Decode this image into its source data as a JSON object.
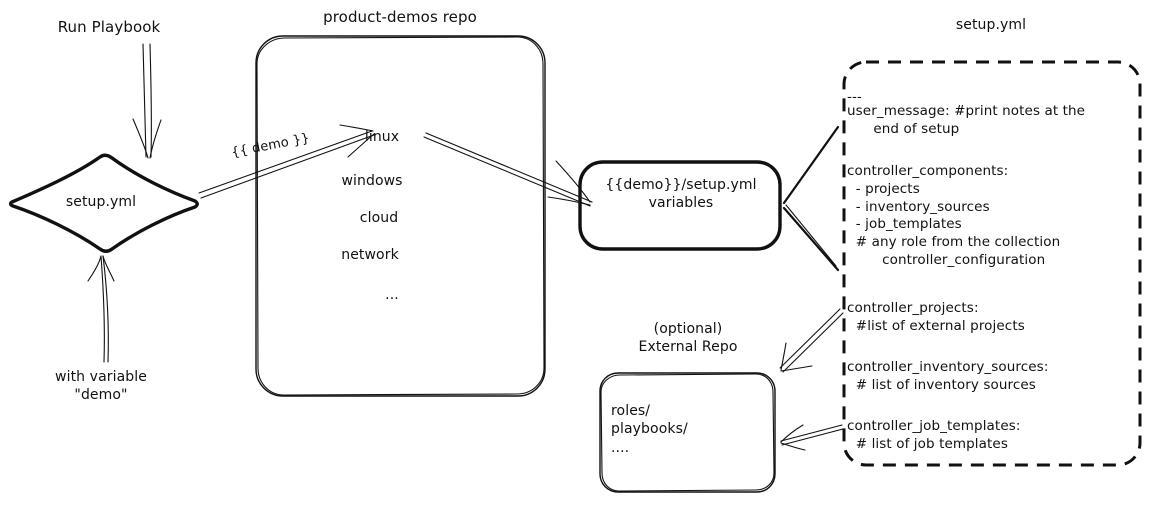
{
  "diagram": {
    "title": "product-demos setup.yml flow",
    "stroke_color": "#111111",
    "background_color": "#ffffff"
  },
  "entry": {
    "run_playbook_label": "Run Playbook",
    "with_variable_label": "with variable\n\"demo\"",
    "node_label": "setup.yml"
  },
  "repo": {
    "title": "product-demos repo",
    "items": [
      "linux",
      "windows",
      "cloud",
      "network",
      "..."
    ]
  },
  "edges": {
    "demo_variable": "{{ demo }}"
  },
  "variables_box": {
    "label": "{{demo}}/setup.yml\nvariables"
  },
  "external_repo": {
    "title": "(optional)\nExternal Repo",
    "body": "roles/\nplaybooks/\n...."
  },
  "setup_yml": {
    "title": "setup.yml",
    "lines": {
      "doc_start": "---",
      "user_message": "user_message: #print notes at the\n      end of setup",
      "controller_components": "controller_components:\n  - projects\n  - inventory_sources\n  - job_templates\n  # any role from the collection\n        controller_configuration",
      "controller_projects": "controller_projects:\n  #list of external projects",
      "controller_inventory_sources": "controller_inventory_sources:\n  # list of inventory sources",
      "controller_job_templates": "controller_job_templates:\n  # list of job templates"
    }
  }
}
